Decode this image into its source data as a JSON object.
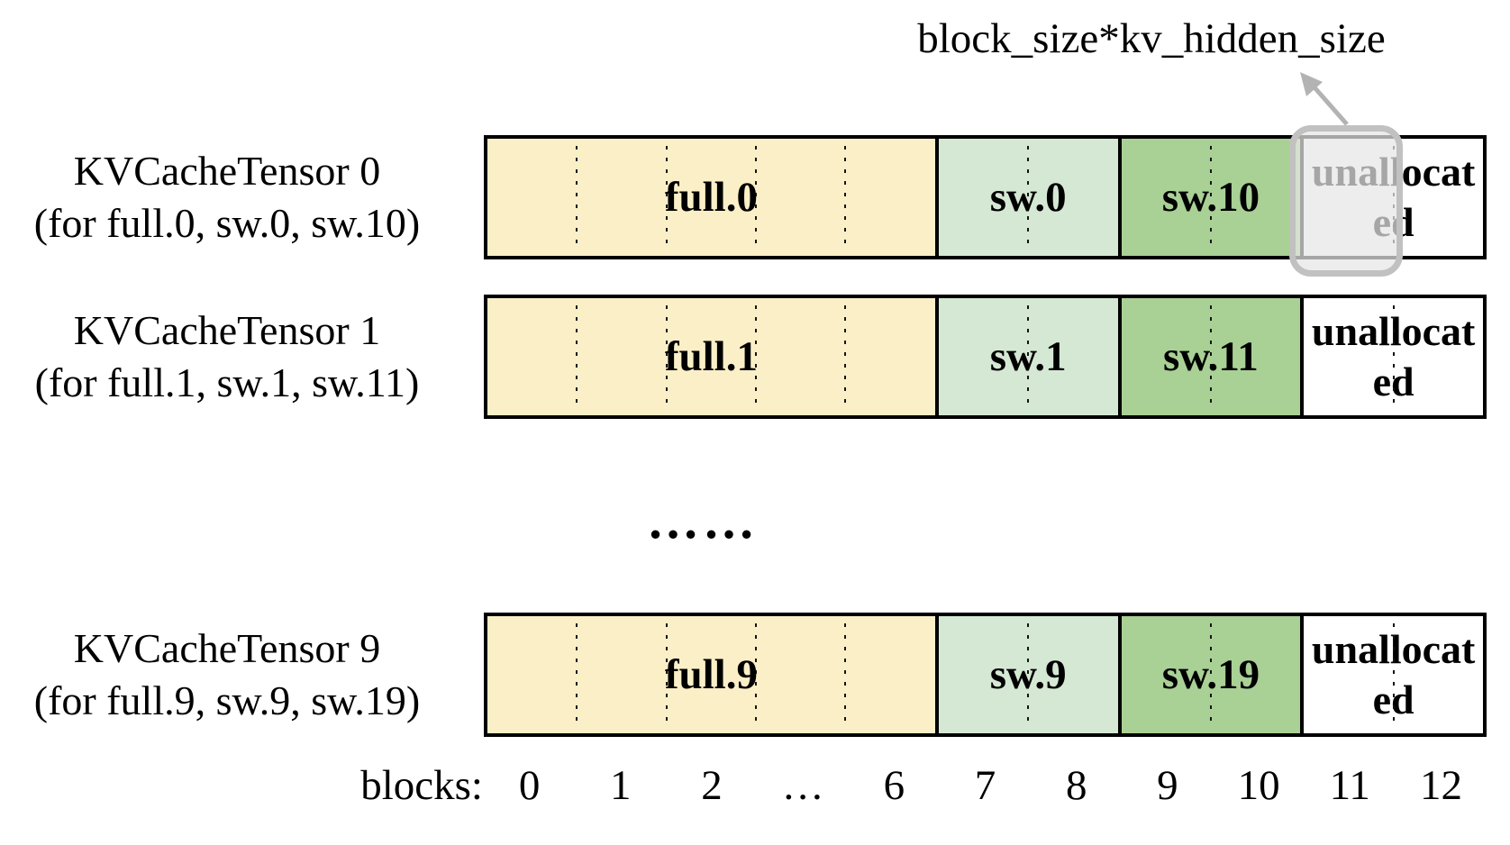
{
  "annotation": {
    "label": "block_size*kv_hidden_size"
  },
  "rows": [
    {
      "title": "KVCacheTensor 0",
      "subtitle": "(for full.0, sw.0, sw.10)",
      "segments": [
        {
          "label": "full.0",
          "type": "full",
          "blocks": "0-6"
        },
        {
          "label": "sw.0",
          "type": "sw-light",
          "blocks": "7-8"
        },
        {
          "label": "sw.10",
          "type": "sw-dark",
          "blocks": "9-10"
        },
        {
          "label": "unallocated",
          "type": "unallocated",
          "blocks": "11-12"
        }
      ],
      "highlighted_block": "11"
    },
    {
      "title": "KVCacheTensor 1",
      "subtitle": "(for full.1, sw.1, sw.11)",
      "segments": [
        {
          "label": "full.1",
          "type": "full",
          "blocks": "0-6"
        },
        {
          "label": "sw.1",
          "type": "sw-light",
          "blocks": "7-8"
        },
        {
          "label": "sw.11",
          "type": "sw-dark",
          "blocks": "9-10"
        },
        {
          "label": "unallocated",
          "type": "unallocated",
          "blocks": "11-12"
        }
      ]
    },
    {
      "title": "KVCacheTensor 9",
      "subtitle": "(for full.9, sw.9, sw.19)",
      "segments": [
        {
          "label": "full.9",
          "type": "full",
          "blocks": "0-6"
        },
        {
          "label": "sw.9",
          "type": "sw-light",
          "blocks": "7-8"
        },
        {
          "label": "sw.19",
          "type": "sw-dark",
          "blocks": "9-10"
        },
        {
          "label": "unallocated",
          "type": "unallocated",
          "blocks": "11-12"
        }
      ]
    }
  ],
  "ellipsis": "……",
  "axis": {
    "label": "blocks:",
    "ticks": [
      "0",
      "1",
      "2",
      "…",
      "6",
      "7",
      "8",
      "9",
      "10",
      "11",
      "12"
    ]
  },
  "colors": {
    "full_fill": "#FBEFC7",
    "sw_light_fill": "#D5E8D4",
    "sw_dark_fill": "#A9D095",
    "border": "#000000",
    "highlight_border": "#C1C1C1",
    "highlight_fill": "rgba(230,230,230,0.72)",
    "arrow": "#B3B3B3"
  }
}
